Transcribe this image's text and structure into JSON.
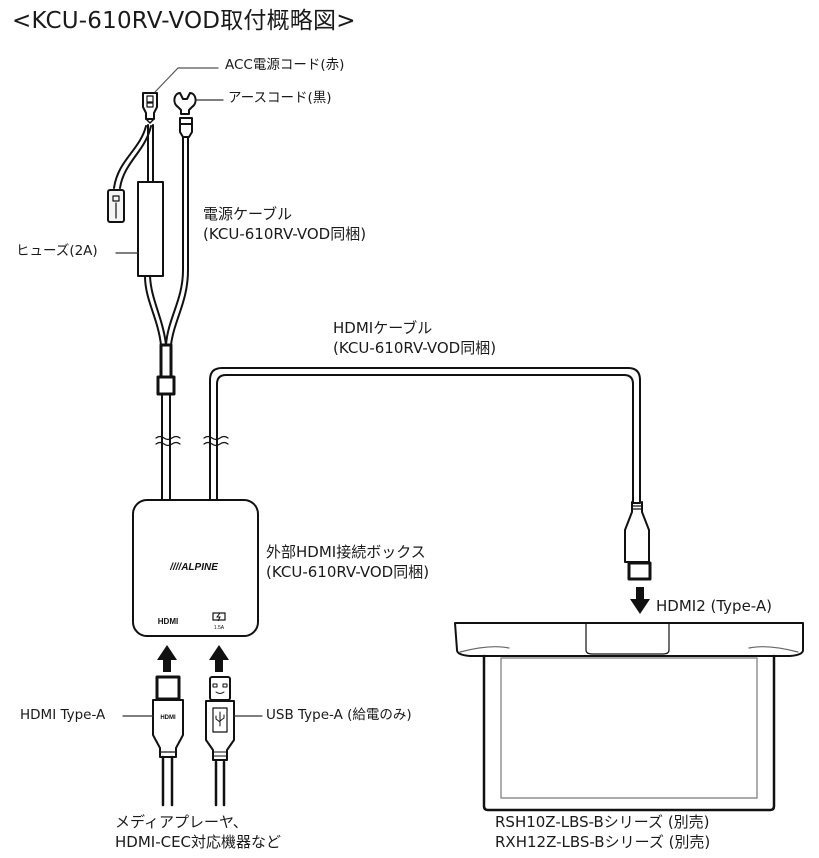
{
  "title": "<KCU-610RV-VOD取付概略図>",
  "labels": {
    "acc_cord": "ACC電源コード(赤)",
    "ground_cord": "アースコード(黒)",
    "fuse": "ヒューズ(2A)",
    "power_cable_name": "電源ケーブル",
    "power_cable_note": "(KCU-610RV-VOD同梱)",
    "hdmi_cable_name": "HDMIケーブル",
    "hdmi_cable_note": "(KCU-610RV-VOD同梱)",
    "box_name": "外部HDMI接続ボックス",
    "box_note": "(KCU-610RV-VOD同梱)",
    "hdmi2_port": "HDMI2 (Type-A)",
    "hdmi_type_a": "HDMI Type-A",
    "usb_type_a": "USB Type-A (給電のみ)",
    "source_line1": "メディアプレーヤ、",
    "source_line2": "HDMI-CEC対応機器など",
    "monitor_line1": "RSH10Z-LBS-Bシリーズ (別売)",
    "monitor_line2": "RXH12Z-LBS-Bシリーズ (別売)"
  },
  "box": {
    "brand": "////ALPINE",
    "port_hdmi_label": "HDMI",
    "port_usb_label": "1.5A"
  },
  "connectors": {
    "hdmi_plug_logo": "HDMI"
  },
  "colors": {
    "line": "#111111",
    "leader": "#333333",
    "inner": "#888888"
  }
}
